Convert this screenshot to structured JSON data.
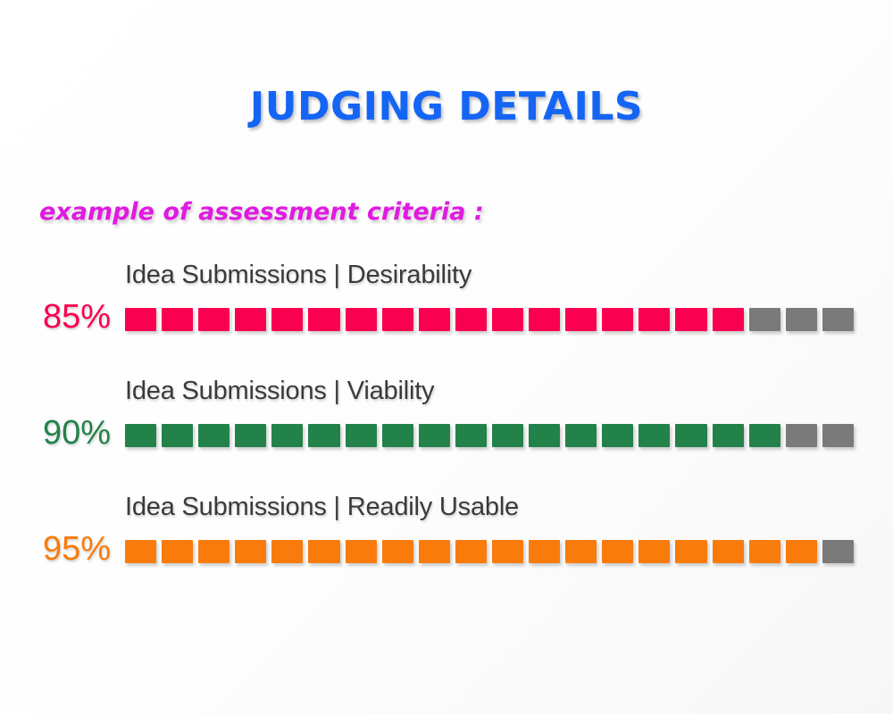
{
  "slide": {
    "title": "JUDGING DETAILS",
    "title_color": "#1565f5",
    "subtitle": "example of assessment criteria :",
    "subtitle_color": "#e11ae1",
    "background_color": "#ffffff",
    "label_color": "#3a3a3a",
    "empty_segment_color": "#7a7a7a",
    "segments_total": 20
  },
  "chart_data": {
    "type": "bar",
    "title": "JUDGING DETAILS",
    "subtitle": "example of assessment criteria :",
    "xlabel": "",
    "ylabel": "",
    "ylim": [
      0,
      100
    ],
    "grid": false,
    "legend": "none",
    "categories": [
      "Idea Submissions | Desirability",
      "Idea Submissions | Viability",
      "Idea Submissions | Readily Usable"
    ],
    "values": [
      85,
      90,
      95
    ],
    "value_labels": [
      "85%",
      "90%",
      "95%"
    ],
    "segments_total": 20,
    "segments_filled": [
      17,
      18,
      19
    ],
    "colors": [
      "#fa0050",
      "#23824a",
      "#f97b0c"
    ],
    "empty_color": "#7a7a7a"
  },
  "rows": [
    {
      "label": "Idea Submissions | Desirability",
      "percent_label": "85%",
      "value": 85,
      "color": "#fa0050",
      "filled": 17,
      "total": 20
    },
    {
      "label": "Idea Submissions | Viability",
      "percent_label": "90%",
      "value": 90,
      "color": "#23824a",
      "filled": 18,
      "total": 20
    },
    {
      "label": "Idea Submissions | Readily Usable",
      "percent_label": "95%",
      "value": 95,
      "color": "#f97b0c",
      "filled": 19,
      "total": 20
    }
  ]
}
